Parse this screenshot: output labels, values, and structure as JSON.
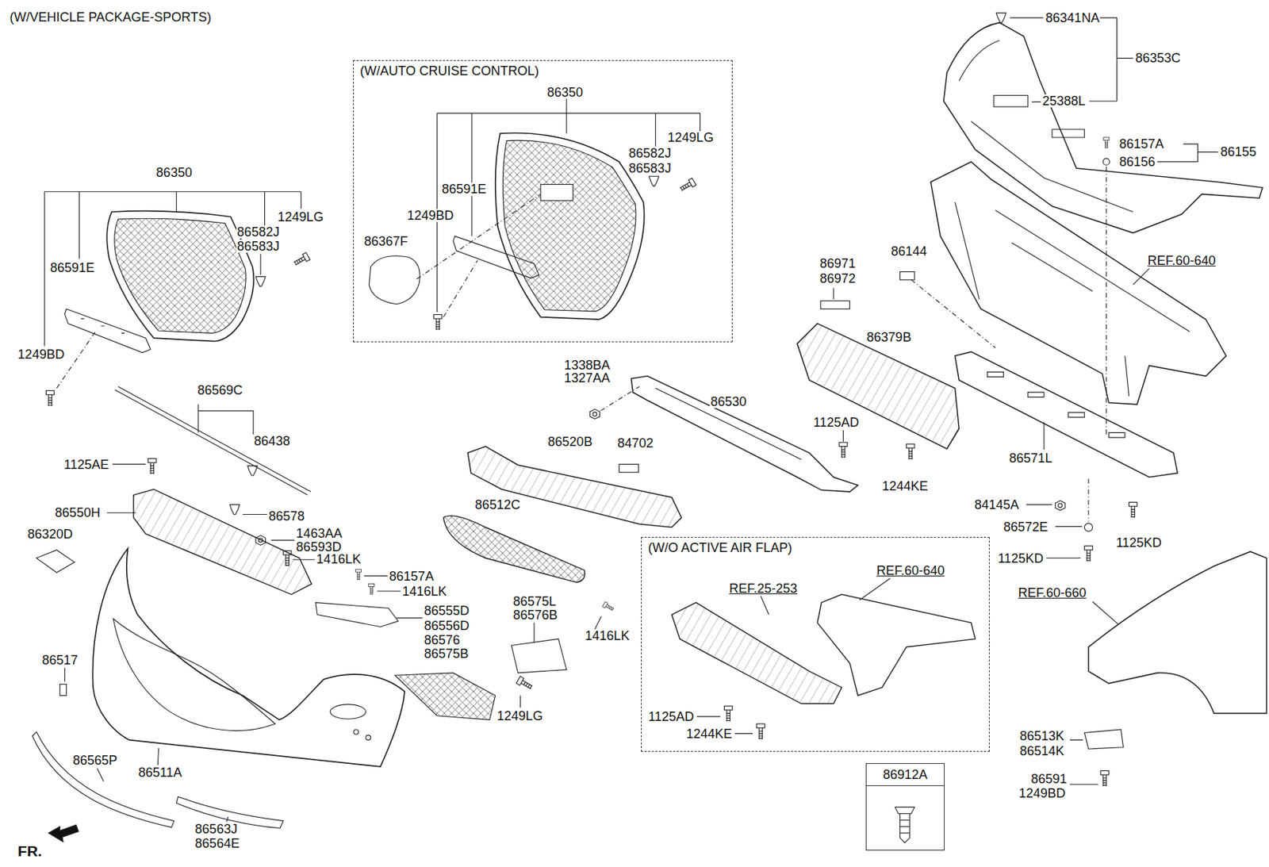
{
  "diagram": {
    "title": "(W/VEHICLE PACKAGE-SPORTS)",
    "nodes": [
      {
        "text": [
          "(W/AUTO CRUISE CONTROL)"
        ]
      },
      {
        "text": [
          "(W/O ACTIVE AIR FLAP)"
        ]
      },
      {
        "text": [
          "86912A"
        ]
      }
    ],
    "labels": [
      "86341NA",
      "86353C",
      "25388L",
      "86157A",
      "86155",
      "86156",
      "86350",
      "1249LG",
      "86582J",
      "86583J",
      "86591E",
      "1249BD",
      "86350",
      "1249LG",
      "86582J",
      "86583J",
      "86591E",
      "1249BD",
      "86367F",
      "86144",
      "86971",
      "86972",
      "REF.60-640",
      "86379B",
      "1338BA",
      "1327AA",
      "86530",
      "86569C",
      "1125AD",
      "86438",
      "86520B",
      "84702",
      "86571L",
      "1125AE",
      "1244KE",
      "84145A",
      "86512C",
      "86550H",
      "86578",
      "86572E",
      "1463AA",
      "86320D",
      "1125KD",
      "86593D",
      "1125KD",
      "1416LK",
      "REF.60-640",
      "86157A",
      "REF.25-253",
      "1416LK",
      "REF.60-660",
      "86575L",
      "86555D",
      "86576B",
      "86556D",
      "1416LK",
      "86576",
      "86575B",
      "86517",
      "1249LG",
      "1125AD",
      "1244KE",
      "86513K",
      "86514K",
      "86565P",
      "86511A",
      "86591",
      "1249BD",
      "86563J",
      "86564E",
      "FR."
    ]
  }
}
